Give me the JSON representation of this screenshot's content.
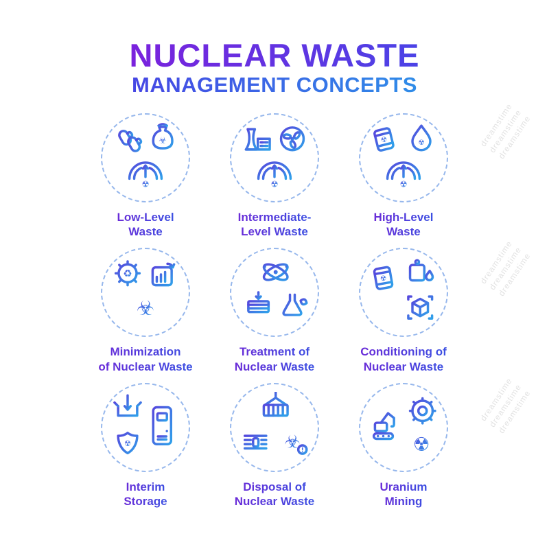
{
  "title": {
    "line1": "NUCLEAR WASTE",
    "line2": "MANAGEMENT CONCEPTS"
  },
  "concepts": [
    {
      "id": "low-level-waste",
      "line1": "Low-Level",
      "line2": "Waste"
    },
    {
      "id": "intermediate-level-waste",
      "line1": "Intermediate-",
      "line2": "Level Waste"
    },
    {
      "id": "high-level-waste",
      "line1": "High-Level",
      "line2": "Waste"
    },
    {
      "id": "minimization-of-nuclear-waste",
      "line1": "Minimization",
      "line2": "of Nuclear Waste"
    },
    {
      "id": "treatment-of-nuclear-waste",
      "line1": "Treatment of",
      "line2": "Nuclear Waste"
    },
    {
      "id": "conditioning-of-nuclear-waste",
      "line1": "Conditioning of",
      "line2": "Nuclear Waste"
    },
    {
      "id": "interim-storage",
      "line1": "Interim",
      "line2": "Storage"
    },
    {
      "id": "disposal-of-nuclear-waste",
      "line1": "Disposal of",
      "line2": "Nuclear Waste"
    },
    {
      "id": "uranium-mining",
      "line1": "Uranium",
      "line2": "Mining"
    }
  ],
  "glyphs": {
    "radiation": "☢",
    "biohazard": "☣",
    "recycle": "♻",
    "exclamation": "!"
  },
  "watermark": {
    "text": "dreamstime"
  },
  "colors": {
    "title_purple": "#7a22dd",
    "title_blue": "#2f8ce8",
    "label_purple": "#5b2fd0",
    "icon_gradient_start": "#5548dd",
    "icon_gradient_end": "#2fa0ea",
    "dashed_circle": "#96b7ec",
    "watermark_gray": "#c7c7c7"
  }
}
